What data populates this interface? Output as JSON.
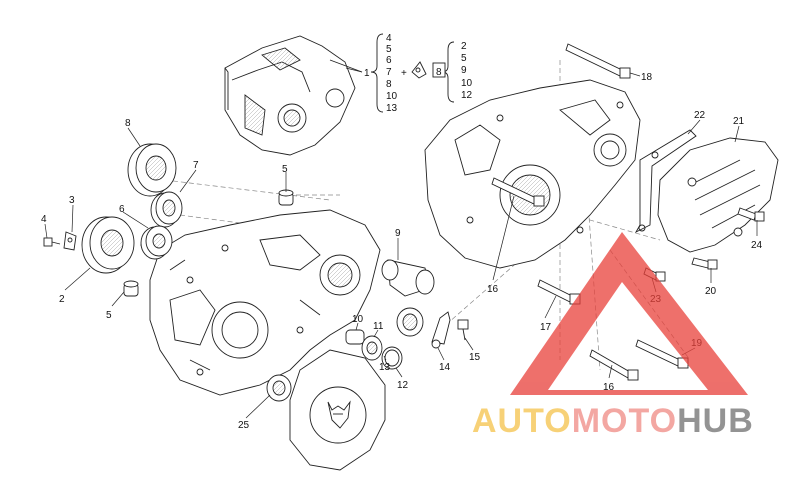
{
  "diagram": {
    "part_labels": {
      "p1": "1",
      "p2": "2",
      "p3": "3",
      "p4": "4",
      "p5a": "5",
      "p5b": "5",
      "p6": "6",
      "p7": "7",
      "p8": "8",
      "p9": "9",
      "p10": "10",
      "p11": "11",
      "p12": "12",
      "p13": "13",
      "p14": "14",
      "p15": "15",
      "p16a": "16",
      "p16b": "16",
      "p17": "17",
      "p18": "18",
      "p19": "19",
      "p20": "20",
      "p21": "21",
      "p22": "22",
      "p23": "23",
      "p24": "24",
      "p25": "25"
    },
    "group_list_1": [
      "4",
      "5",
      "6",
      "7",
      "8",
      "10",
      "13"
    ],
    "group_plus": "+",
    "group_box": "8",
    "group_list_2": [
      "2",
      "5",
      "9",
      "10",
      "12"
    ]
  },
  "watermark": {
    "part_a": "AUTO",
    "part_b": "MOTO",
    "part_c": "HUB",
    "color_a": "#f5c24a",
    "color_b": "#f08a84",
    "color_c": "#6f6f6f",
    "triangle_color": "#e8403a"
  }
}
